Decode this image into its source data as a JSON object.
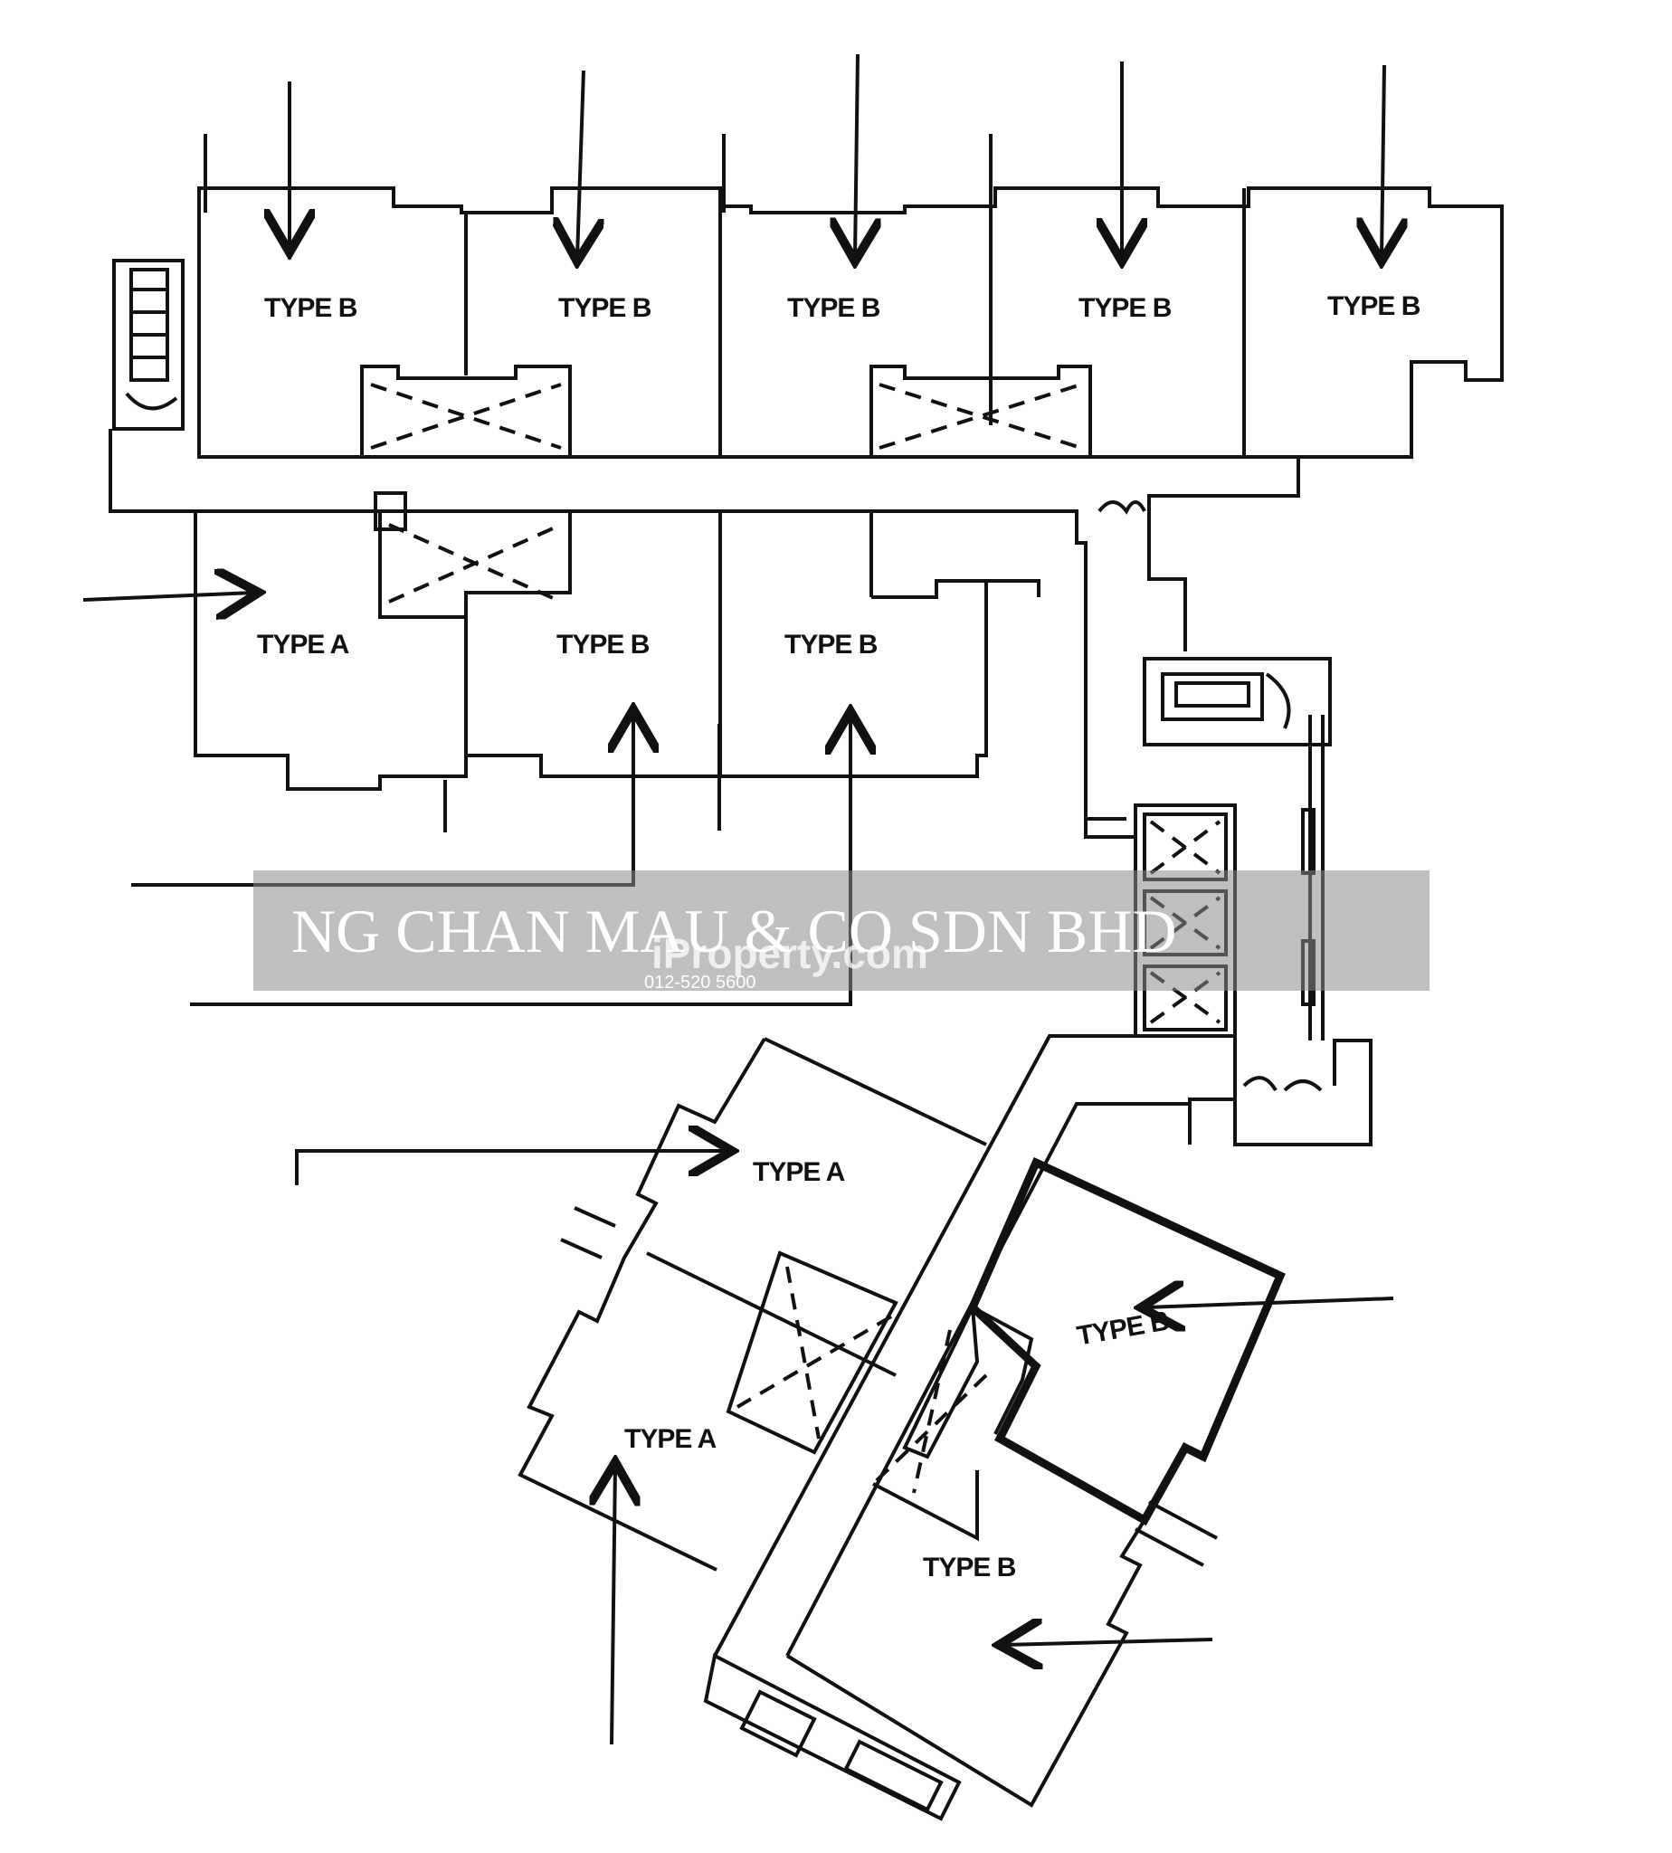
{
  "units": {
    "top_row": [
      "TYPE B",
      "TYPE B",
      "TYPE B",
      "TYPE B",
      "TYPE B"
    ],
    "middle_row": [
      "TYPE A",
      "TYPE B",
      "TYPE B"
    ],
    "lower_block": [
      "TYPE A",
      "TYPE A",
      "TYPE B",
      "TYPE B"
    ]
  },
  "watermark": {
    "company": "NG CHAN MAU & CO SDN BHD",
    "logo_text": "iProperty.com",
    "phone": "012-520 5600"
  }
}
